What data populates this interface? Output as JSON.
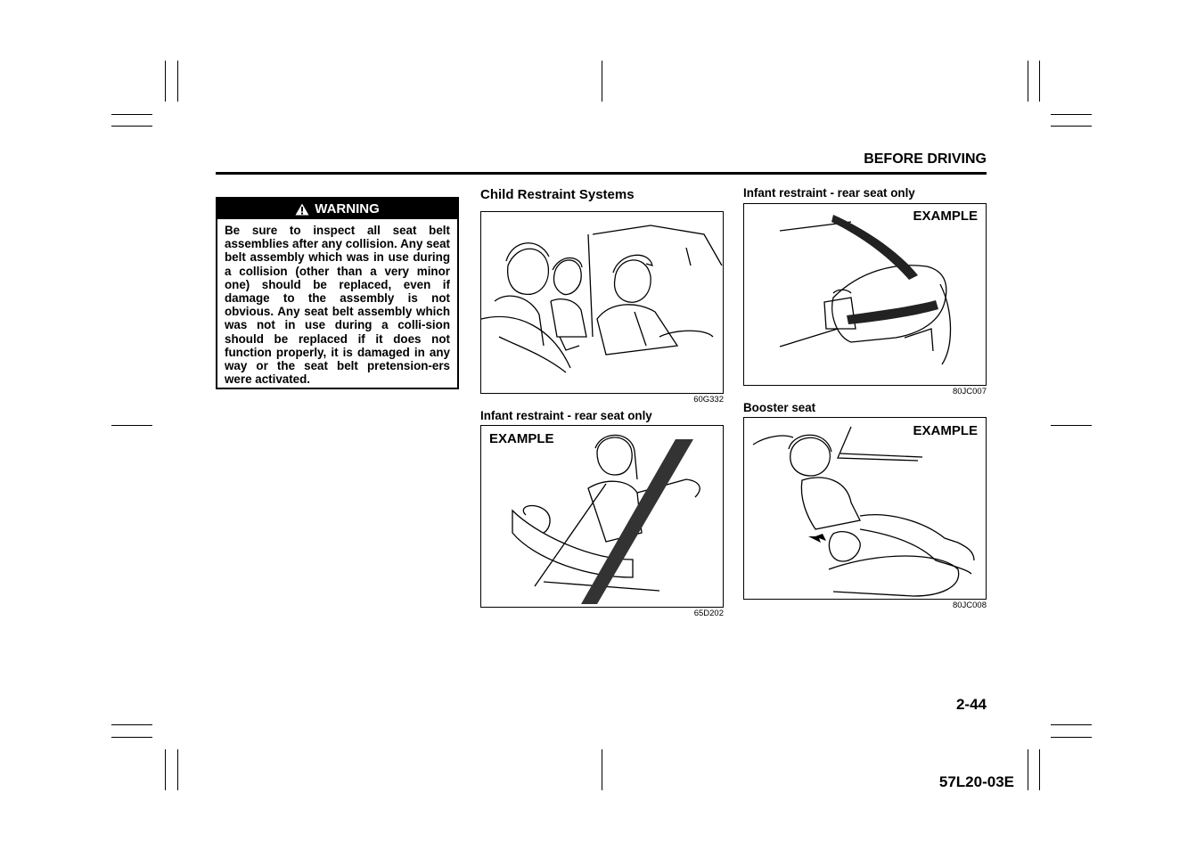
{
  "header": {
    "title": "BEFORE DRIVING"
  },
  "warning": {
    "label": "WARNING",
    "text": "Be sure to inspect all seat belt assemblies after any collision. Any seat belt assembly which was in use during a collision (other than a very minor one) should be replaced, even if damage to the assembly is not obvious. Any seat belt assembly which was not in use during a colli-sion should be replaced if it does not function properly, it is damaged in any way or the seat belt pretension-ers were activated."
  },
  "sections": {
    "child_restraint": {
      "title": "Child Restraint Systems",
      "code": "60G332"
    },
    "infant_left": {
      "title": "Infant restraint - rear seat only",
      "example": "EXAMPLE",
      "code": "65D202"
    },
    "infant_right": {
      "title": "Infant restraint - rear seat only",
      "example": "EXAMPLE",
      "code": "80JC007"
    },
    "booster": {
      "title": "Booster seat",
      "example": "EXAMPLE",
      "code": "80JC008"
    }
  },
  "footer": {
    "page_number": "2-44",
    "doc_code": "57L20-03E"
  }
}
